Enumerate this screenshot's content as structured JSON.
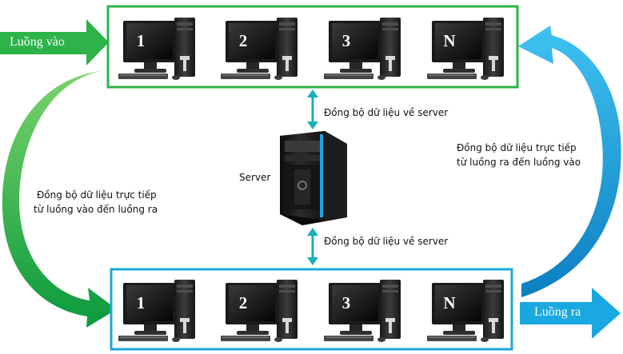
{
  "inflow": {
    "label": "Luồng vào",
    "color": "#2db34a"
  },
  "outflow": {
    "label": "Luồng ra",
    "color": "#19a8e0"
  },
  "top_group": {
    "border_color": "#2db34a",
    "computers": [
      {
        "label": "1"
      },
      {
        "label": "2"
      },
      {
        "label": "3"
      },
      {
        "label": "N"
      }
    ]
  },
  "bottom_group": {
    "border_color": "#19a8e0",
    "computers": [
      {
        "label": "1"
      },
      {
        "label": "2"
      },
      {
        "label": "3"
      },
      {
        "label": "N"
      }
    ]
  },
  "server": {
    "label": "Server"
  },
  "sync_top_label": "Đồng bộ dữ liệu về server",
  "sync_bottom_label": "Đồng bộ dữ liệu về server",
  "left_arc": {
    "line1": "Đồng bộ dữ liệu trực tiếp",
    "line2": "từ luồng vào đến luồng ra",
    "color": "#18a34a"
  },
  "right_arc": {
    "line1": "Đồng bộ dữ liệu trực tiếp",
    "line2": "từ luồng ra đến luồng vào",
    "color": "#1aa6e6"
  },
  "link_color": "#1ab0b8"
}
